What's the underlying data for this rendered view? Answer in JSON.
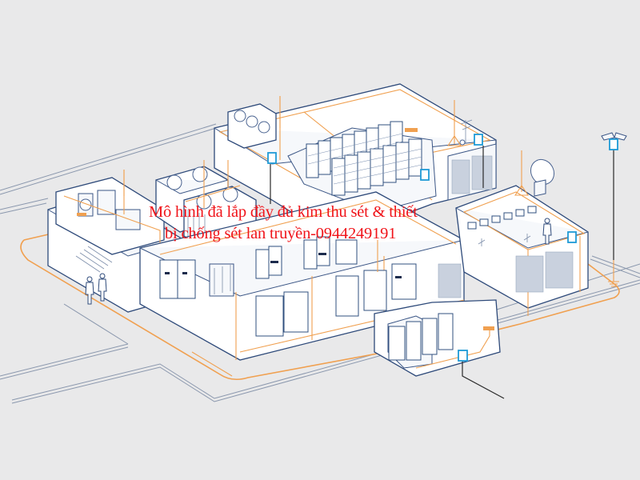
{
  "diagram": {
    "type": "isometric-building-lightning-protection",
    "background_color": "#e9e9ea",
    "overlay_caption": {
      "line1": "Mô hình đã lắp đầy đủ kim thu sét & thiết",
      "line2": "bị chống sét lan truyền-0944249191",
      "color": "#f0141a"
    },
    "legend_colors": {
      "grounding_conductor": "#f0a050",
      "surge_protection_device": "#1e9ad6",
      "building_outline": "#2e4a7a"
    },
    "components": [
      {
        "name": "air-terminal-lightning-rods",
        "count": 6
      },
      {
        "name": "surge-protection-device-boxes",
        "count": 6
      },
      {
        "name": "server-rack-room-rooftop"
      },
      {
        "name": "rooftop-chiller-fans"
      },
      {
        "name": "satellite-dish"
      },
      {
        "name": "weather-station"
      },
      {
        "name": "control-room-with-workstations"
      },
      {
        "name": "switchgear-room"
      },
      {
        "name": "ups-battery-room"
      },
      {
        "name": "external-lighting-pole"
      },
      {
        "name": "earth-ground-ring"
      },
      {
        "name": "ground-terminal-symbol"
      }
    ]
  }
}
